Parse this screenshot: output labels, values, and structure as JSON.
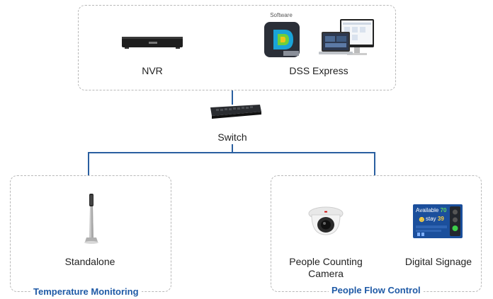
{
  "top_group": {
    "nvr_label": "NVR",
    "software_caption": "Software",
    "dss_label": "DSS Express"
  },
  "switch": {
    "label": "Switch"
  },
  "temperature_group": {
    "title": "Temperature Monitoring",
    "device_label": "Standalone"
  },
  "people_flow_group": {
    "title": "People Flow Control",
    "camera_label_line1": "People Counting",
    "camera_label_line2": "Camera",
    "signage_label": "Digital Signage",
    "signage_screen": {
      "available_label": "Available",
      "available_value": "70",
      "stay_label": "stay",
      "stay_value": "39"
    }
  },
  "colors": {
    "connector": "#2a5fa0",
    "group_title": "#1f5aa6",
    "dashed_border": "#b8b8b8",
    "signage_screen": "#1b4f9c",
    "signage_available_value": "#5fd35f",
    "signage_stay_value": "#ffd23f"
  },
  "icons": [
    "nvr-device-icon",
    "dss-express-logo-icon",
    "laptop-monitor-icon",
    "network-switch-icon",
    "standalone-terminal-icon",
    "dome-camera-icon",
    "digital-signage-icon"
  ]
}
